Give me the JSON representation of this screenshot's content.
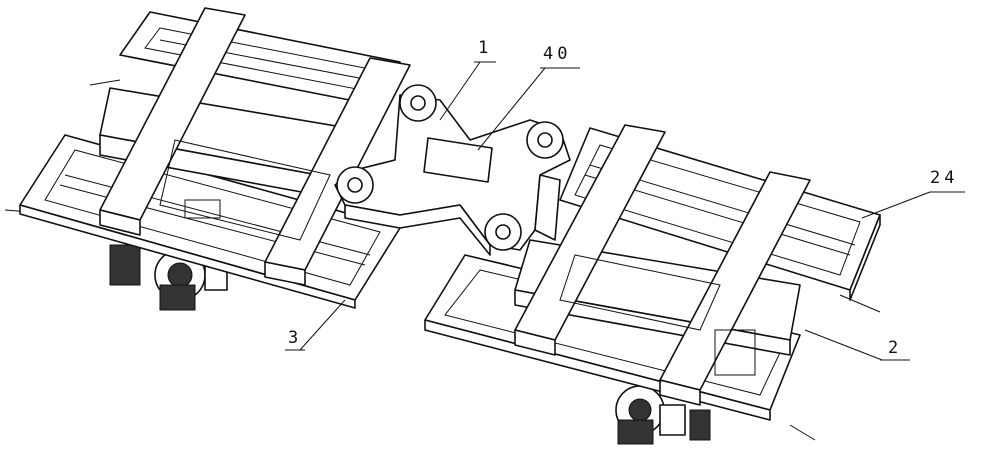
{
  "figure": {
    "labels": [
      {
        "id": "label-1",
        "text": "1"
      },
      {
        "id": "label-40",
        "text": "40"
      },
      {
        "id": "label-24",
        "text": "24"
      },
      {
        "id": "label-3",
        "text": "3"
      },
      {
        "id": "label-2",
        "text": "2"
      }
    ]
  }
}
